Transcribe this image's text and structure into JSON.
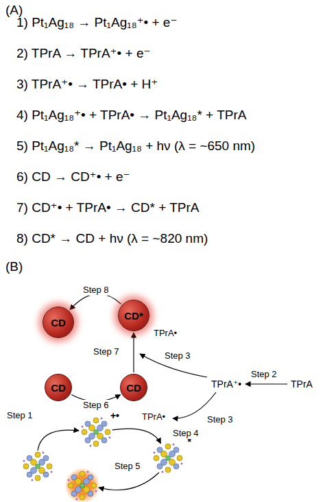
{
  "diagram": {
    "nodes": [
      {
        "text": [
          "CD"
        ]
      },
      {
        "text": [
          "CD*"
        ]
      },
      {
        "text": [
          "CD"
        ]
      },
      {
        "text": [
          "CD"
        ]
      },
      {
        "text": [
          "TPrA⁺•"
        ]
      },
      {
        "text": [
          "TPrA"
        ]
      },
      {
        "text": [
          "+•"
        ]
      },
      {
        "text": [
          "*"
        ]
      }
    ],
    "edges": [
      {
        "from": 2,
        "to": 3,
        "label": "Step 6",
        "arrow": "to"
      },
      {
        "from": 3,
        "to": 1,
        "label": "Step 7",
        "arrow": "to"
      },
      {
        "from": 1,
        "to": 0,
        "label": "Step 8",
        "arrow": "to"
      },
      {
        "from": 5,
        "to": 4,
        "label": "Step 2",
        "arrow": "to"
      },
      {
        "from": 6,
        "to": 7,
        "label": "Step 4",
        "arrow": "to"
      }
    ],
    "labels": [
      "(A)",
      "1) Pt₁Ag₁₈ → Pt₁Ag₁₈⁺• + e⁻",
      "2) TPrA → TPrA⁺• + e⁻",
      "3) TPrA⁺• → TPrA• + H⁺",
      "4) Pt₁Ag₁₈⁺• + TPrA• → Pt₁Ag₁₈* + TPrA",
      "5) Pt₁Ag₁₈* → Pt₁Ag₁₈ + hν (λ = ~650 nm)",
      "6) CD → CD⁺• + e⁻",
      "7) CD⁺• + TPrA• → CD* + TPrA",
      "8) CD* → CD + hν (λ = ~820 nm)",
      "(B)",
      "Step 1",
      "Step 3",
      "Step 3",
      "Step 5",
      "TPrA•",
      "TPrA•"
    ]
  }
}
